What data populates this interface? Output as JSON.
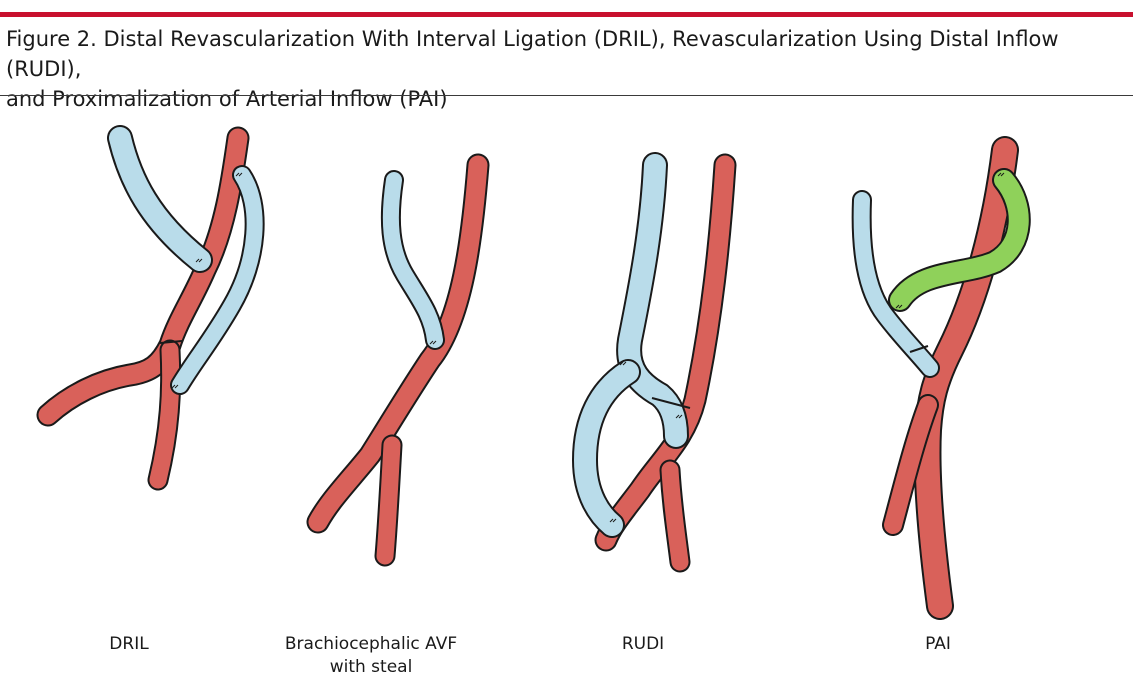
{
  "figure": {
    "title_line1": "Figure 2. Distal Revascularization With Interval Ligation (DRIL), Revascularization Using Distal Inflow (RUDI),",
    "title_line2": "and Proximalization of Arterial Inflow (PAI)"
  },
  "colors": {
    "accent_rule": "#c8102e",
    "artery": "#d9615a",
    "vein": "#b9dcea",
    "graft": "#8fd15a",
    "outline": "#1a1a1a"
  },
  "panels": [
    {
      "id": "dril",
      "label_line1": "DRIL",
      "label_line2": ""
    },
    {
      "id": "avf",
      "label_line1": "Brachiocephalic AVF",
      "label_line2": "with steal"
    },
    {
      "id": "rudi",
      "label_line1": "RUDI",
      "label_line2": ""
    },
    {
      "id": "pai",
      "label_line1": "PAI",
      "label_line2": ""
    }
  ]
}
